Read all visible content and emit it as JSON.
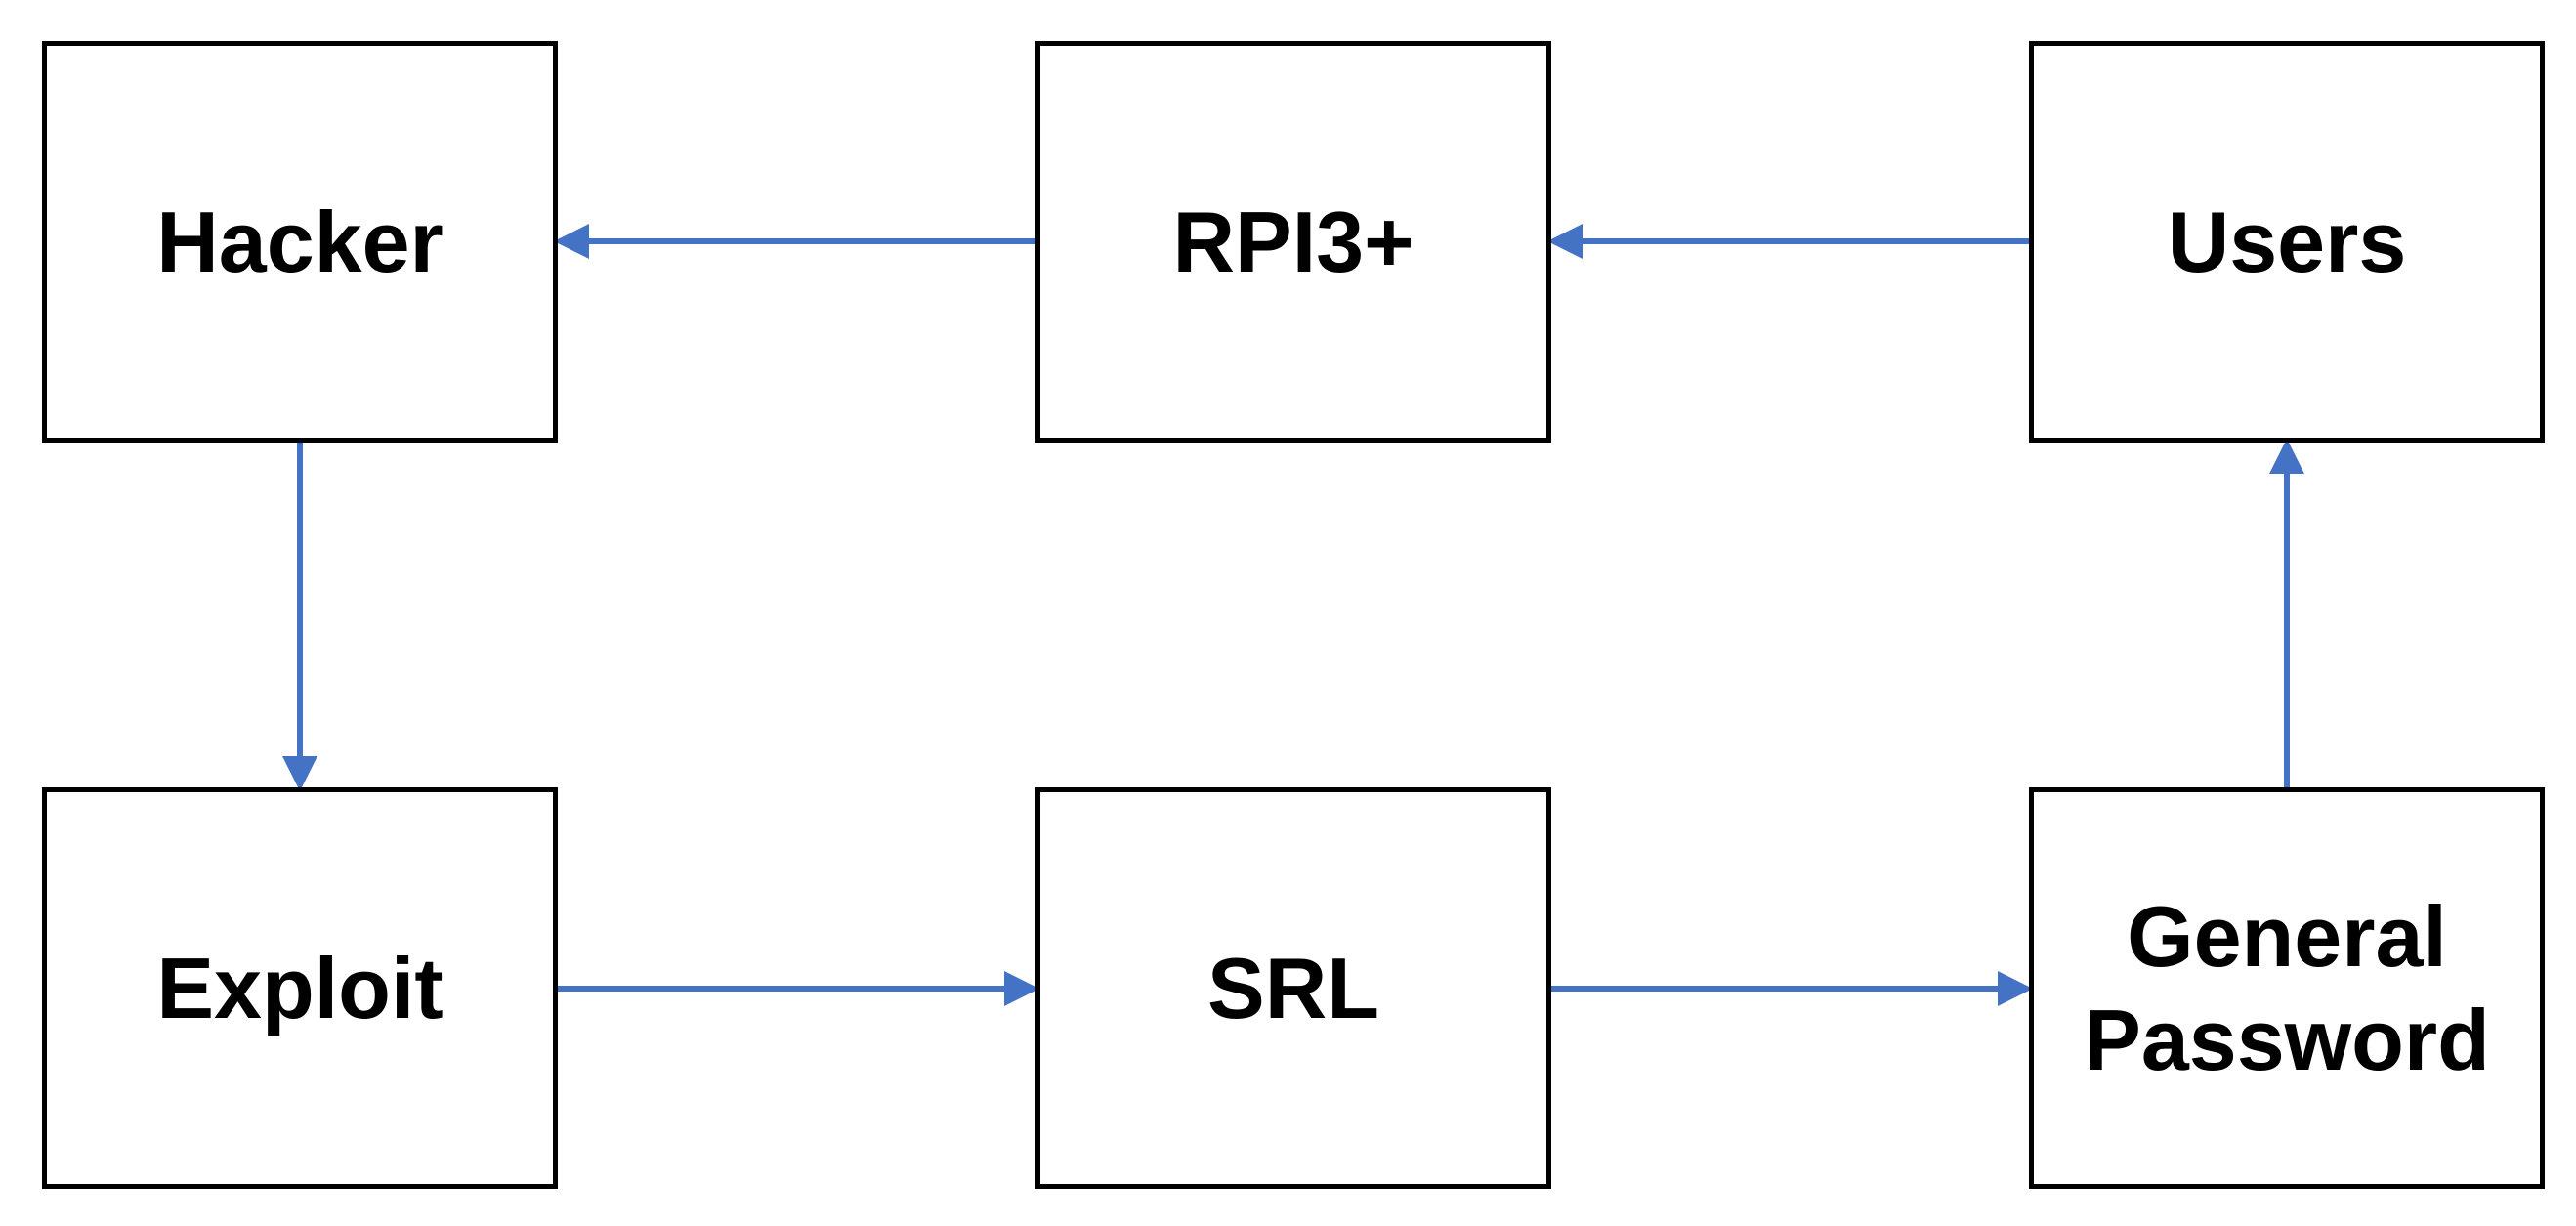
{
  "colors": {
    "arrow": "#4472C4",
    "box_border": "#000000",
    "text": "#000000",
    "background": "#ffffff"
  },
  "nodes": {
    "hacker": {
      "label": "Hacker"
    },
    "rpi": {
      "label": "RPI3+"
    },
    "users": {
      "label": "Users"
    },
    "exploit": {
      "label": "Exploit"
    },
    "srl": {
      "label": "SRL"
    },
    "general_password": {
      "line1": "General",
      "line2": "Password"
    }
  },
  "edges": [
    {
      "from": "users",
      "to": "rpi"
    },
    {
      "from": "rpi",
      "to": "hacker"
    },
    {
      "from": "hacker",
      "to": "exploit"
    },
    {
      "from": "exploit",
      "to": "srl"
    },
    {
      "from": "srl",
      "to": "general_password"
    },
    {
      "from": "general_password",
      "to": "users"
    }
  ]
}
